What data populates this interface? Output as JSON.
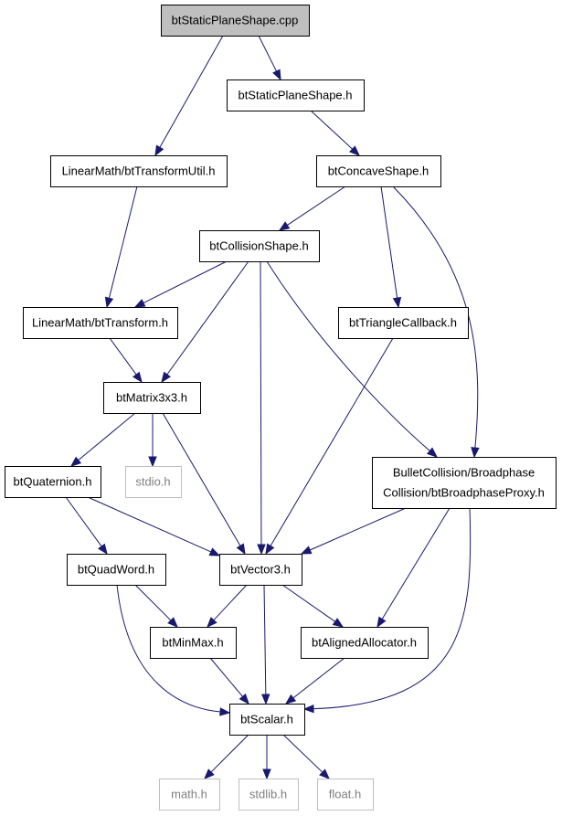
{
  "colors": {
    "edge": "#191970",
    "node_border": "#000000",
    "external_border": "#bfbfbf",
    "external_text": "#808080",
    "root_fill": "#bfbfbf",
    "text": "#000000"
  },
  "nodes": [
    {
      "id": "btStaticPlaneShape_cpp",
      "lines": [
        "btStaticPlaneShape.cpp"
      ],
      "kind": "root"
    },
    {
      "id": "btStaticPlaneShape_h",
      "lines": [
        "btStaticPlaneShape.h"
      ],
      "kind": "normal"
    },
    {
      "id": "btTransformUtil_h",
      "lines": [
        "LinearMath/btTransformUtil.h"
      ],
      "kind": "normal"
    },
    {
      "id": "btConcaveShape_h",
      "lines": [
        "btConcaveShape.h"
      ],
      "kind": "normal"
    },
    {
      "id": "btCollisionShape_h",
      "lines": [
        "btCollisionShape.h"
      ],
      "kind": "normal"
    },
    {
      "id": "btTransform_h",
      "lines": [
        "LinearMath/btTransform.h"
      ],
      "kind": "normal"
    },
    {
      "id": "btTriangleCallback_h",
      "lines": [
        "btTriangleCallback.h"
      ],
      "kind": "normal"
    },
    {
      "id": "btMatrix3x3_h",
      "lines": [
        "btMatrix3x3.h"
      ],
      "kind": "normal"
    },
    {
      "id": "btBroadphaseProxy_h",
      "lines": [
        "BulletCollision/Broadphase",
        "Collision/btBroadphaseProxy.h"
      ],
      "kind": "normal"
    },
    {
      "id": "btQuaternion_h",
      "lines": [
        "btQuaternion.h"
      ],
      "kind": "normal"
    },
    {
      "id": "stdio_h",
      "lines": [
        "stdio.h"
      ],
      "kind": "external"
    },
    {
      "id": "btQuadWord_h",
      "lines": [
        "btQuadWord.h"
      ],
      "kind": "normal"
    },
    {
      "id": "btVector3_h",
      "lines": [
        "btVector3.h"
      ],
      "kind": "normal"
    },
    {
      "id": "btMinMax_h",
      "lines": [
        "btMinMax.h"
      ],
      "kind": "normal"
    },
    {
      "id": "btAlignedAllocator_h",
      "lines": [
        "btAlignedAllocator.h"
      ],
      "kind": "normal"
    },
    {
      "id": "btScalar_h",
      "lines": [
        "btScalar.h"
      ],
      "kind": "normal"
    },
    {
      "id": "math_h",
      "lines": [
        "math.h"
      ],
      "kind": "external"
    },
    {
      "id": "stdlib_h",
      "lines": [
        "stdlib.h"
      ],
      "kind": "external"
    },
    {
      "id": "float_h",
      "lines": [
        "float.h"
      ],
      "kind": "external"
    }
  ],
  "edges": [
    {
      "from": "btStaticPlaneShape_cpp",
      "to": "btStaticPlaneShape_h"
    },
    {
      "from": "btStaticPlaneShape_cpp",
      "to": "btTransformUtil_h"
    },
    {
      "from": "btStaticPlaneShape_h",
      "to": "btConcaveShape_h"
    },
    {
      "from": "btTransformUtil_h",
      "to": "btTransform_h"
    },
    {
      "from": "btConcaveShape_h",
      "to": "btCollisionShape_h"
    },
    {
      "from": "btConcaveShape_h",
      "to": "btTriangleCallback_h"
    },
    {
      "from": "btConcaveShape_h",
      "to": "btBroadphaseProxy_h"
    },
    {
      "from": "btCollisionShape_h",
      "to": "btTransform_h"
    },
    {
      "from": "btCollisionShape_h",
      "to": "btMatrix3x3_h"
    },
    {
      "from": "btCollisionShape_h",
      "to": "btVector3_h"
    },
    {
      "from": "btCollisionShape_h",
      "to": "btBroadphaseProxy_h"
    },
    {
      "from": "btTransform_h",
      "to": "btMatrix3x3_h"
    },
    {
      "from": "btTriangleCallback_h",
      "to": "btVector3_h"
    },
    {
      "from": "btMatrix3x3_h",
      "to": "btQuaternion_h"
    },
    {
      "from": "btMatrix3x3_h",
      "to": "stdio_h"
    },
    {
      "from": "btMatrix3x3_h",
      "to": "btVector3_h"
    },
    {
      "from": "btBroadphaseProxy_h",
      "to": "btVector3_h"
    },
    {
      "from": "btBroadphaseProxy_h",
      "to": "btAlignedAllocator_h"
    },
    {
      "from": "btBroadphaseProxy_h",
      "to": "btScalar_h"
    },
    {
      "from": "btQuaternion_h",
      "to": "btQuadWord_h"
    },
    {
      "from": "btQuaternion_h",
      "to": "btVector3_h"
    },
    {
      "from": "btQuadWord_h",
      "to": "btMinMax_h"
    },
    {
      "from": "btQuadWord_h",
      "to": "btScalar_h"
    },
    {
      "from": "btVector3_h",
      "to": "btMinMax_h"
    },
    {
      "from": "btVector3_h",
      "to": "btAlignedAllocator_h"
    },
    {
      "from": "btVector3_h",
      "to": "btScalar_h"
    },
    {
      "from": "btMinMax_h",
      "to": "btScalar_h"
    },
    {
      "from": "btAlignedAllocator_h",
      "to": "btScalar_h"
    },
    {
      "from": "btScalar_h",
      "to": "math_h"
    },
    {
      "from": "btScalar_h",
      "to": "stdlib_h"
    },
    {
      "from": "btScalar_h",
      "to": "float_h"
    }
  ]
}
